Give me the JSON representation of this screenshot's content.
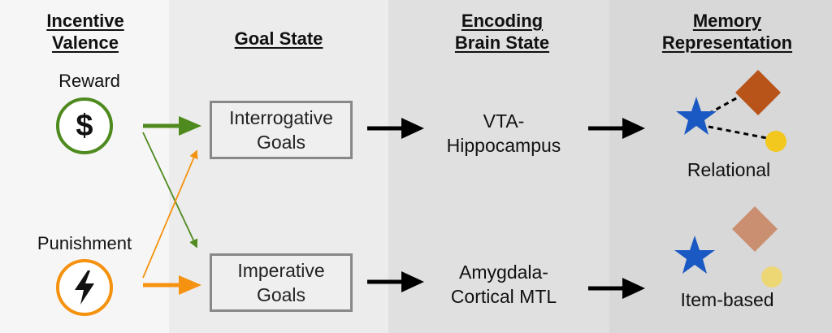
{
  "headers": {
    "incentive": [
      "Incentive",
      "Valence"
    ],
    "goal": "Goal State",
    "encoding": [
      "Encoding",
      "Brain State"
    ],
    "memory": [
      "Memory",
      "Representation"
    ]
  },
  "valence": {
    "reward_label": "Reward",
    "reward_symbol": "$",
    "punishment_label": "Punishment",
    "reward_icon": "dollar-icon",
    "punishment_icon": "lightning-bolt-icon"
  },
  "goals": {
    "interrogative": [
      "Interrogative",
      "Goals"
    ],
    "imperative": [
      "Imperative",
      "Goals"
    ]
  },
  "brain_states": {
    "vta": [
      "VTA-",
      "Hippocampus"
    ],
    "amygdala": [
      "Amygdala-",
      "Cortical MTL"
    ]
  },
  "memory": {
    "relational_label": "Relational",
    "item_label": "Item-based"
  },
  "colors": {
    "reward": "#4e8a1e",
    "punishment": "#f5920f",
    "star": "#1a58c4",
    "diamond": "#b8531a",
    "diamond_faded": "#c98f70",
    "circle": "#f2c81e",
    "circle_faded": "#edd774",
    "panel_1": "#f6f6f6",
    "panel_2": "#ececec",
    "panel_3": "#e0e0e0",
    "panel_4": "#d8d8d8",
    "box_border": "#888888"
  }
}
